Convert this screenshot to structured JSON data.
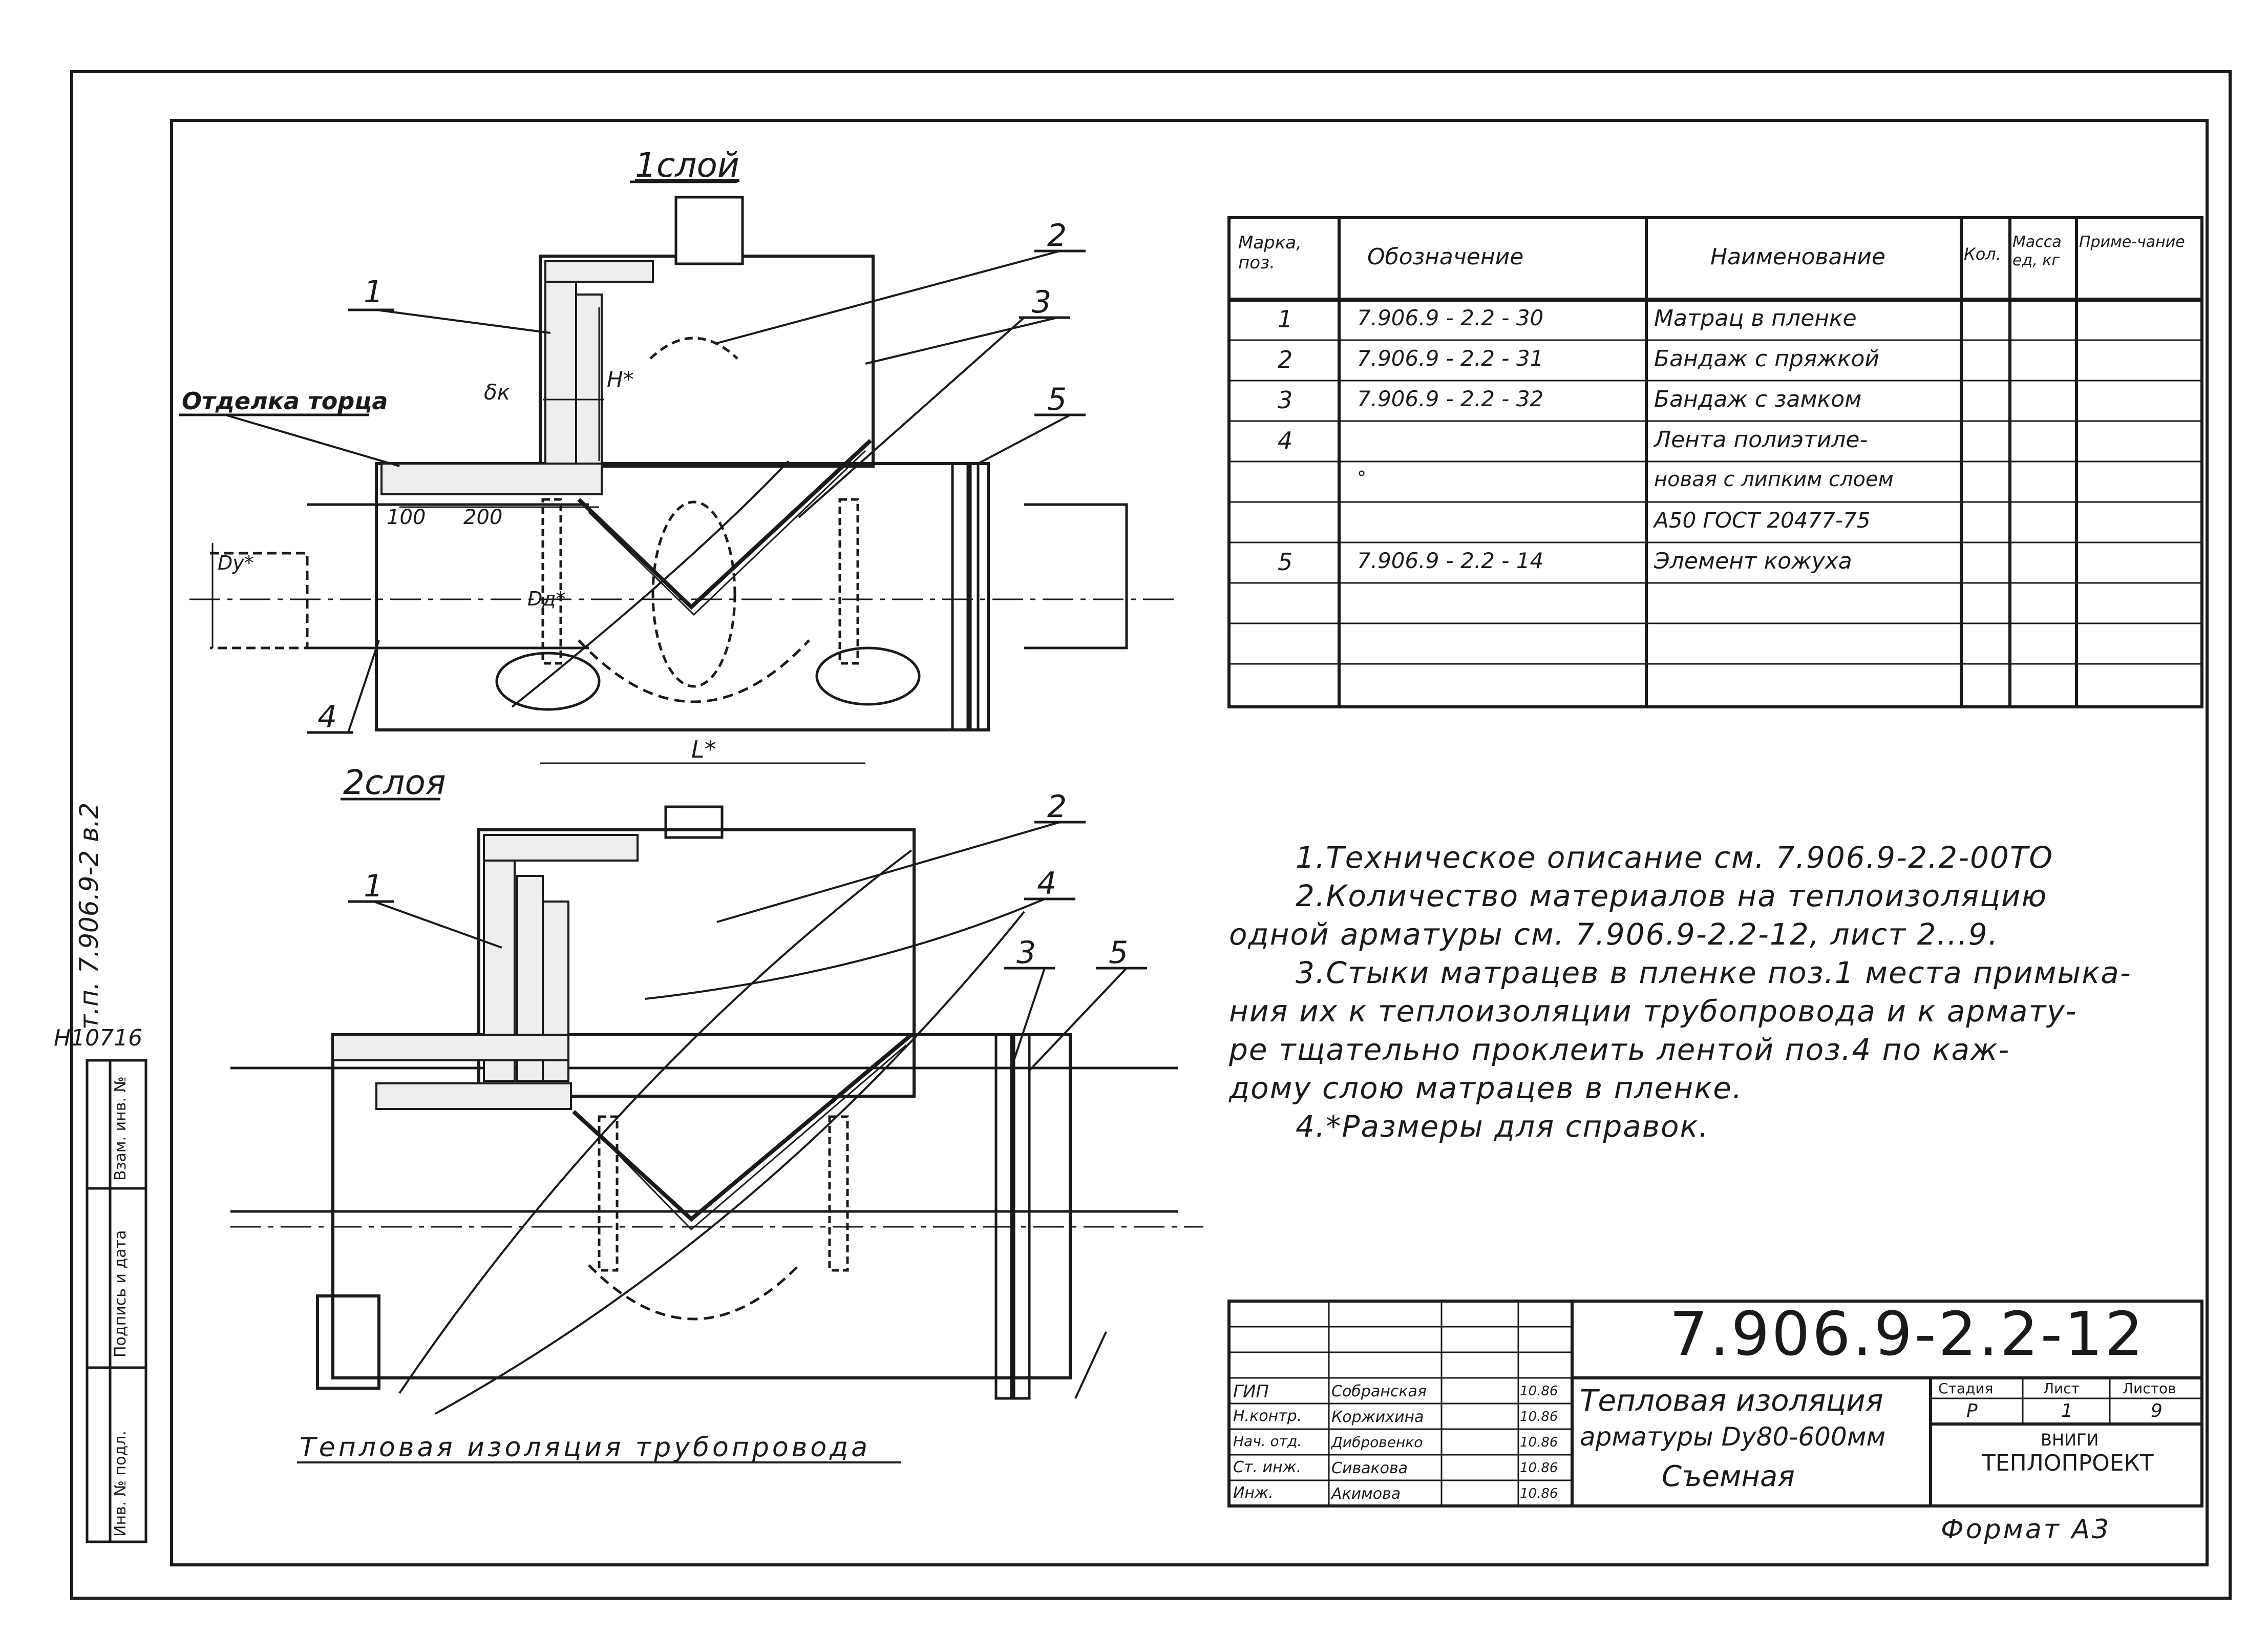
{
  "views": {
    "layer1_title": "1слой",
    "layer2_title": "2слоя",
    "end_finish_label": "Отделка торца",
    "dim_100": "100",
    "dim_200": "200",
    "dim_dk": "δк",
    "dim_h": "H*",
    "dim_dy": "Dy*",
    "dim_dd": "Dд*",
    "dim_l": "L*",
    "caption": "Тепловая изоляция трубопровода",
    "callouts_top": [
      "1",
      "2",
      "3",
      "5",
      "4"
    ],
    "callouts_bottom": [
      "1",
      "2",
      "4",
      "3",
      "5"
    ]
  },
  "spec_table": {
    "headers": [
      "Марка, поз.",
      "Обозначение",
      "Наименование",
      "Кол.",
      "Масса ед, кг",
      "Приме-чание"
    ],
    "rows": [
      [
        "1",
        "7.906.9 - 2.2 - 30",
        "Матрац в пленке",
        "",
        "",
        ""
      ],
      [
        "2",
        "7.906.9 - 2.2 - 31",
        "Бандаж с пряжкой",
        "",
        "",
        ""
      ],
      [
        "3",
        "7.906.9 - 2.2 - 32",
        "Бандаж с замком",
        "",
        "",
        ""
      ],
      [
        "4",
        "",
        "Лента полиэтиле-",
        "",
        "",
        ""
      ],
      [
        "",
        "°",
        "новая с липким слоем",
        "",
        "",
        ""
      ],
      [
        "",
        "",
        "А50 ГОСТ 20477-75",
        "",
        "",
        ""
      ],
      [
        "5",
        "7.906.9 - 2.2 - 14",
        "Элемент кожуха",
        "",
        "",
        ""
      ],
      [
        "",
        "",
        "",
        "",
        "",
        ""
      ],
      [
        "",
        "",
        "",
        "",
        "",
        ""
      ],
      [
        "",
        "",
        "",
        "",
        "",
        ""
      ]
    ]
  },
  "notes": [
    "1.Техническое описание см. 7.906.9-2.2-00ТО",
    "2.Количество материалов на теплоизоляцию",
    "одной арматуры см. 7.906.9-2.2-12, лист 2...9.",
    "3.Стыки матрацев в пленке поз.1 места примыка-",
    "ния их к теплоизоляции трубопровода и к армату-",
    "ре тщательно проклеить лентой поз.4 по каж-",
    "дому слою матрацев в пленке.",
    "4.*Размеры для справок."
  ],
  "title_block": {
    "code": "7.906.9-2.2-12",
    "title_lines": [
      "Тепловая изоляция",
      "арматуры Dy80-600мм",
      "Съемная"
    ],
    "stage_header": "Стадия",
    "sheet_header": "Лист",
    "sheets_header": "Листов",
    "stage": "Р",
    "sheet": "1",
    "sheets": "9",
    "org_line1": "ВНИГИ",
    "org_line2": "ТЕПЛОПРОЕКТ",
    "signatures": [
      {
        "role": "ГИП",
        "name": "Собранская",
        "date": "10.86"
      },
      {
        "role": "Н.контр.",
        "name": "Коржихина",
        "date": "10.86"
      },
      {
        "role": "Нач. отд.",
        "name": "Дибровенко",
        "date": "10.86"
      },
      {
        "role": "Ст. инж.",
        "name": "Сивакова",
        "date": "10.86"
      },
      {
        "role": "Инж.",
        "name": "Акимова",
        "date": "10.86"
      }
    ]
  },
  "margin": {
    "doc_ref": "т.п. 7.906.9-2  в.2",
    "inv": "Н10716",
    "stamp_labels": [
      "Взам. инв. №",
      "Подпись и дата",
      "Инв. № подл."
    ]
  },
  "format": "Формат А3"
}
